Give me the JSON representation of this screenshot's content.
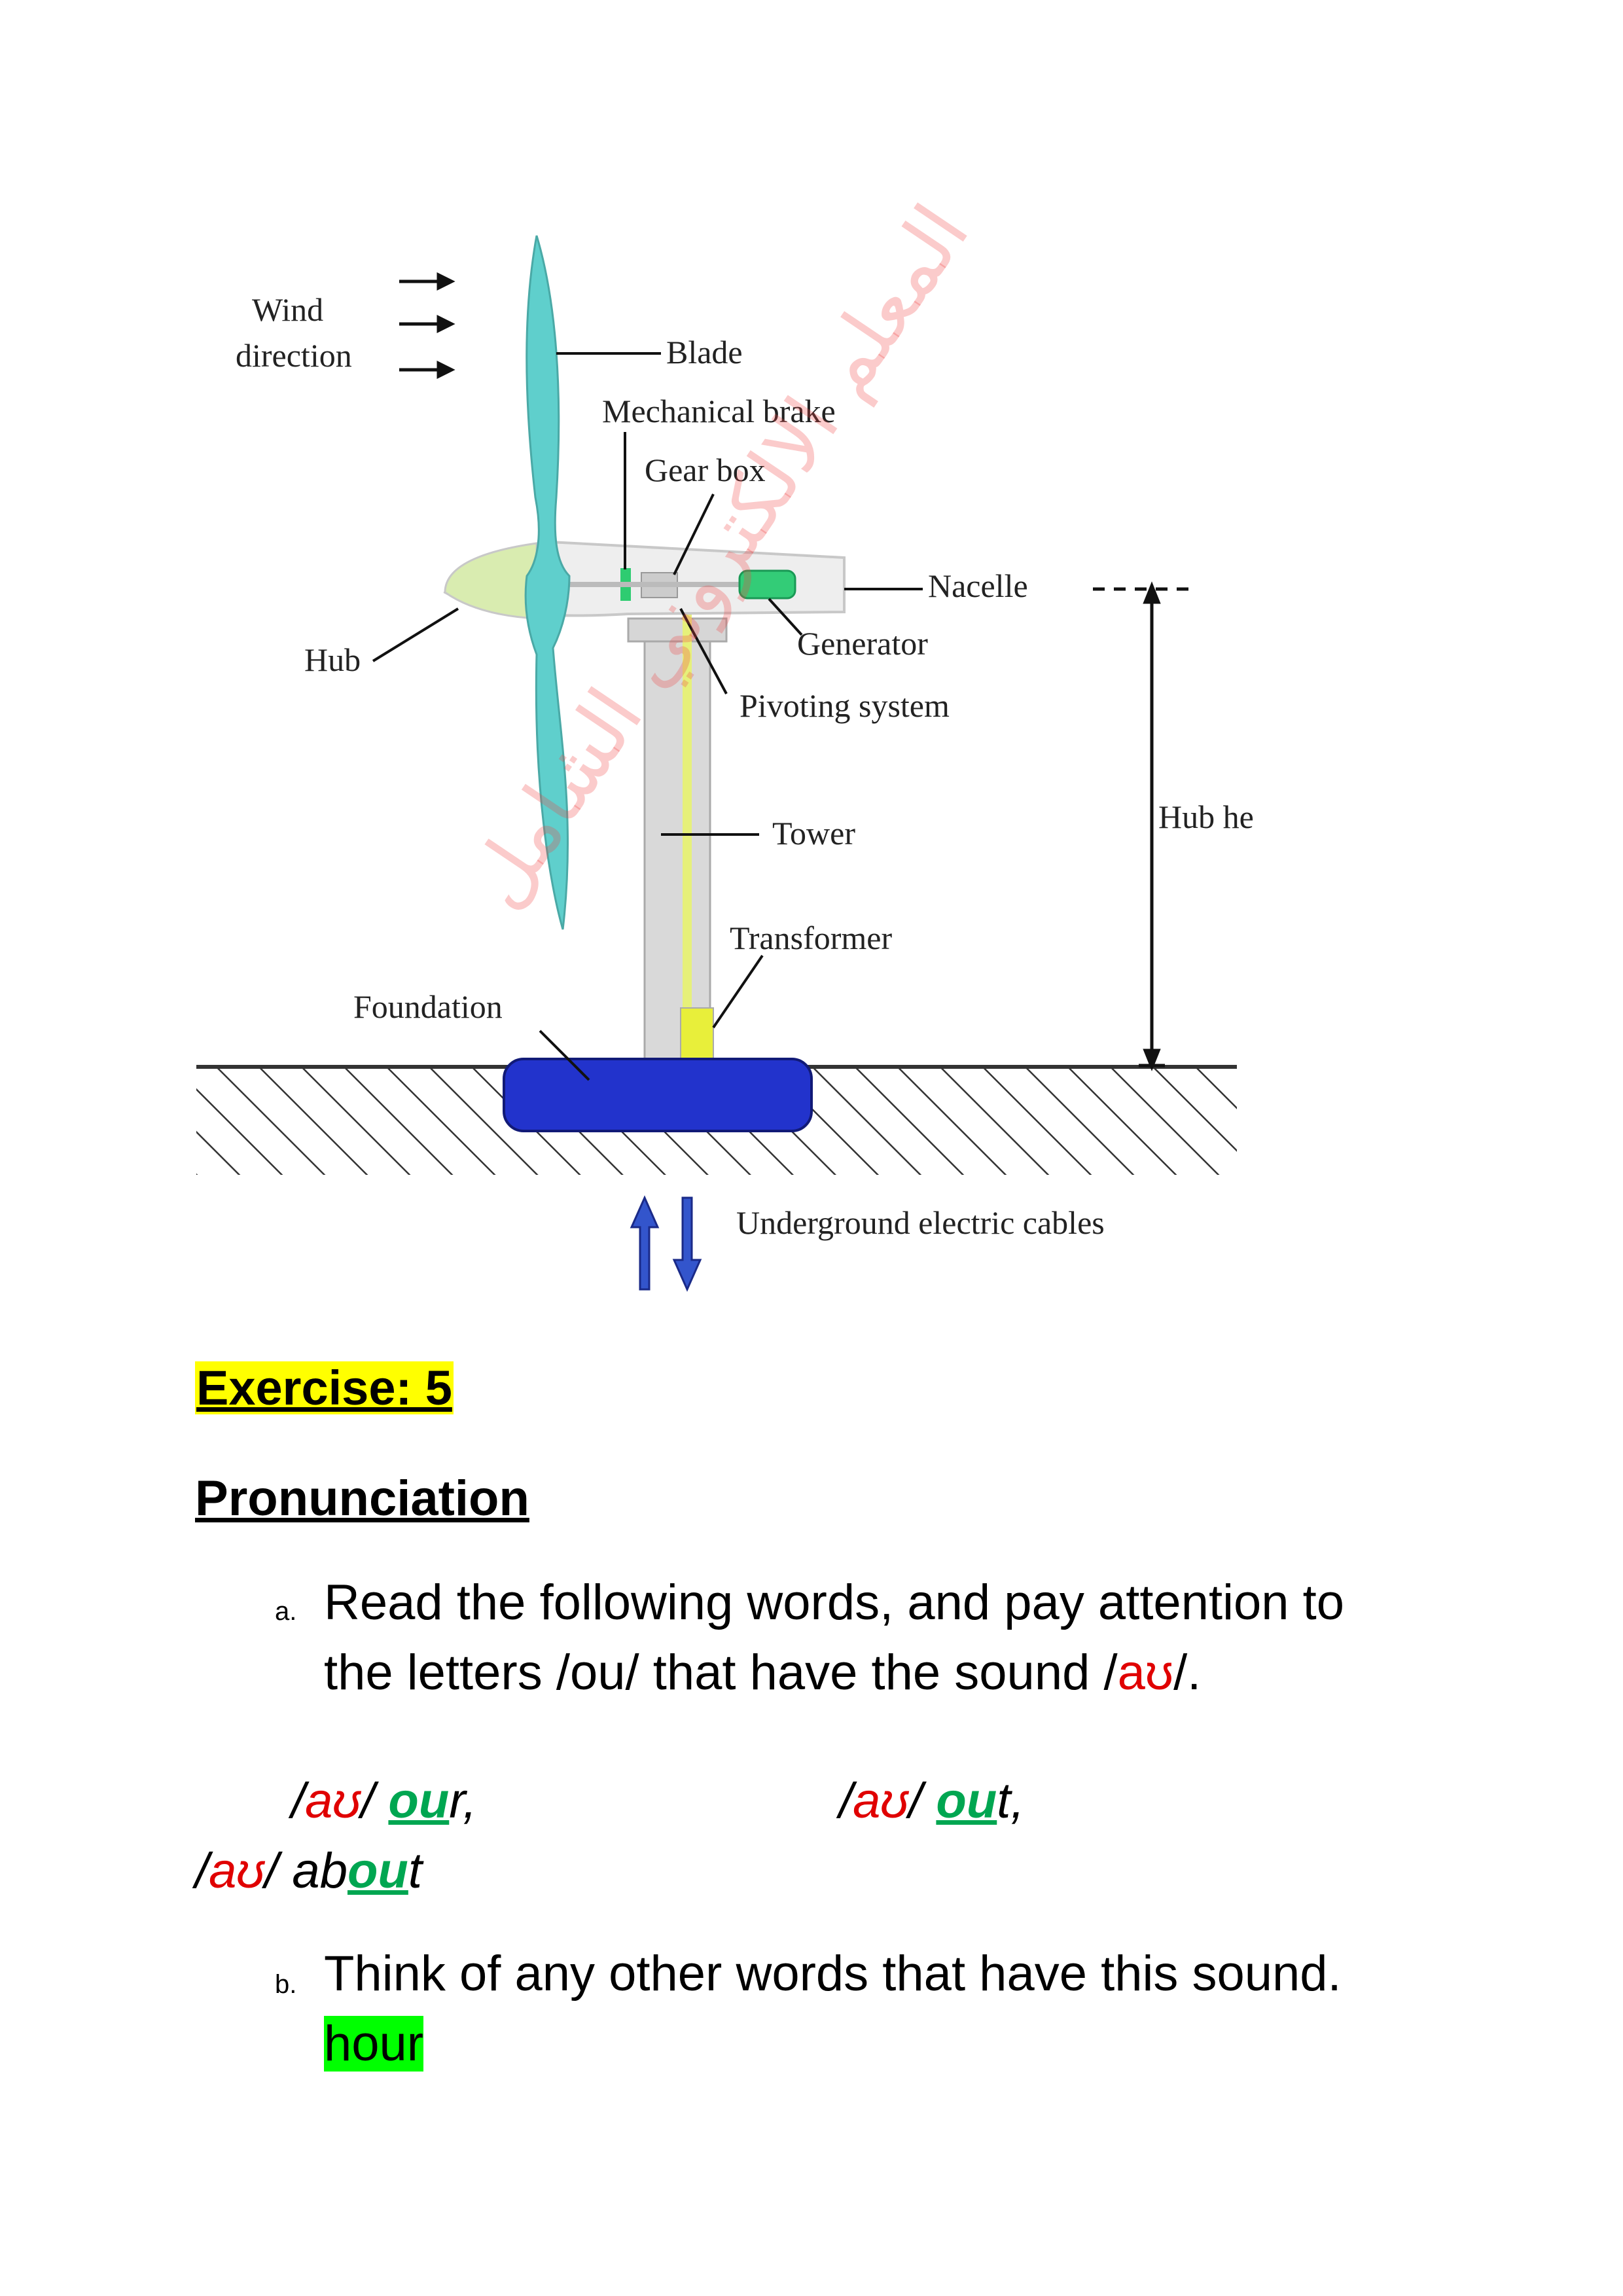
{
  "diagram": {
    "labels": {
      "wind_line1": "Wind",
      "wind_line2": "direction",
      "blade": "Blade",
      "mechanical_brake": "Mechanical brake",
      "gear_box": "Gear box",
      "nacelle": "Nacelle",
      "hub": "Hub",
      "generator": "Generator",
      "pivoting_system": "Pivoting system",
      "hub_height": "Hub he",
      "tower": "Tower",
      "transformer": "Transformer",
      "foundation": "Foundation",
      "cables": "Underground electric cables"
    },
    "colors": {
      "blade": "#5fcfcc",
      "tower": "#d9d9d9",
      "cable": "#e6f07a",
      "generator": "#33cc77",
      "foundation": "#2233cc",
      "arrows": "#3355cc"
    }
  },
  "watermark": "المعلم الالكتروني الشامل",
  "exercise": {
    "title": "Exercise: 5",
    "section": "Pronunciation",
    "item_a": {
      "marker": "a.",
      "line1": "Read the following words, and pay attention to",
      "line2_start": "the letters /ou/ that have the sound /",
      "sound": "aʊ",
      "line2_end": "/."
    },
    "words": [
      {
        "slash_open": "/",
        "ipa": "aʊ",
        "slash_close": "/ ",
        "pre": "",
        "highlight": "ou",
        "post": "r,"
      },
      {
        "slash_open": "/",
        "ipa": "aʊ",
        "slash_close": "/ ",
        "pre": "",
        "highlight": "ou",
        "post": "t,"
      },
      {
        "slash_open": "/",
        "ipa": "aʊ",
        "slash_close": "/ ",
        "pre": "ab",
        "highlight": "ou",
        "post": "t"
      }
    ],
    "item_b": {
      "marker": "b.",
      "line1": "Think of any other words that have this sound.",
      "answer": "hour"
    }
  }
}
